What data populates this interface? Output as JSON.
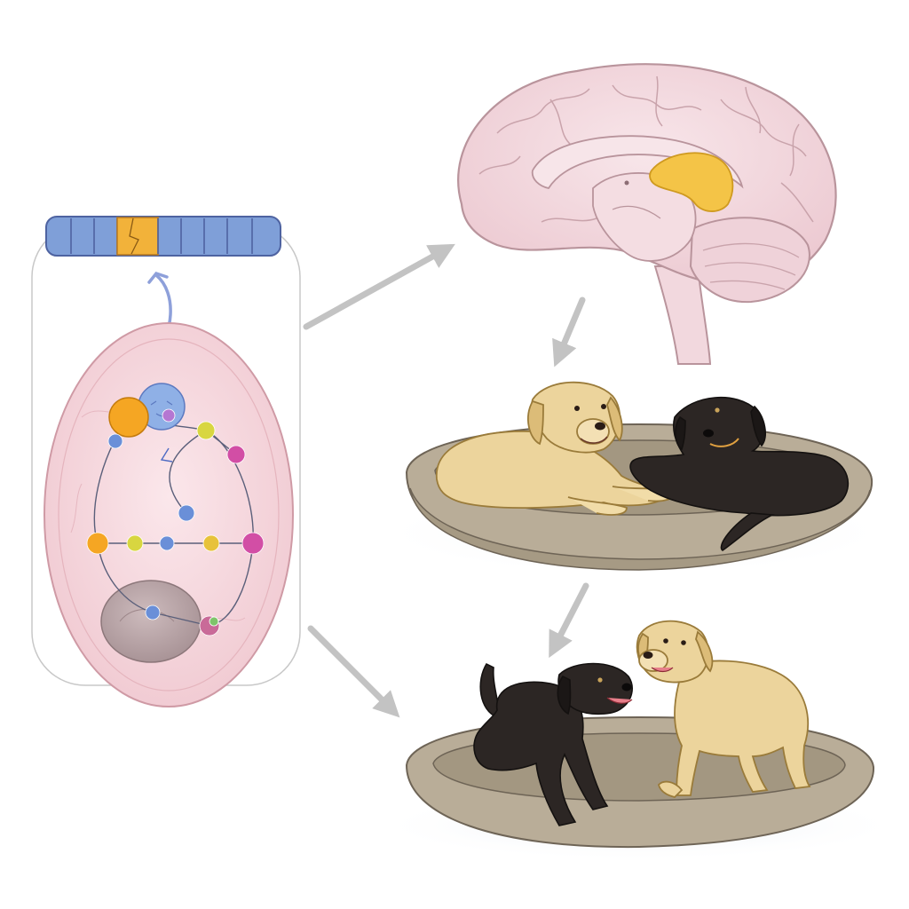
{
  "figure": {
    "panels": [
      {
        "id": "cell-pathway",
        "depicts": "chromosome-segment-and-cell-signaling-network"
      },
      {
        "id": "brain",
        "depicts": "sagittal-brain-with-highlighted-region"
      },
      {
        "id": "dogs-resting",
        "depicts": "two-dogs-lying-in-bed"
      },
      {
        "id": "dogs-active",
        "depicts": "two-dogs-standing-in-bed"
      }
    ],
    "arrows": [
      {
        "from": "cell-pathway",
        "to": "brain"
      },
      {
        "from": "brain",
        "to": "dogs-resting"
      },
      {
        "from": "dogs-resting",
        "to": "dogs-active"
      },
      {
        "from": "cell-pathway",
        "to": "dogs-active"
      }
    ]
  },
  "colors": {
    "chromosome": "#7f9fd8",
    "chromosome_highlight": "#f2b23a",
    "cell_fill": "#f6d6dc",
    "nucleus": "#b9a4a8",
    "brain_fill": "#f2d8de",
    "brain_outline": "#b9949c",
    "brain_highlight": "#f4c447",
    "yellow_dog": "#ecd49c",
    "black_dog": "#2c2624",
    "bed": "#b9ad98",
    "arrow": "#c3c3c3",
    "double_arrow": "#8ea0da",
    "node_orange": "#f5a623",
    "node_blue": "#6a8fd8",
    "node_yellow": "#d8d640",
    "node_magenta": "#d24ea5",
    "node_purple": "#b577d2"
  }
}
